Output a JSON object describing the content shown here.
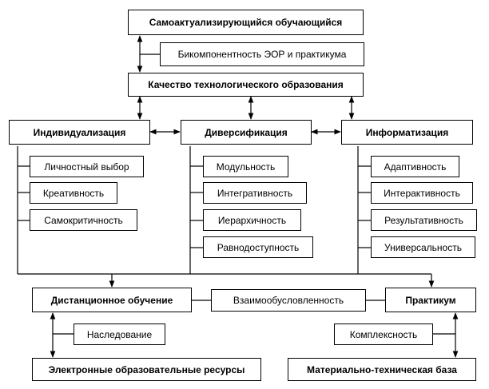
{
  "top": {
    "learner": "Самоактуализирующийся обучающийся",
    "bicomponent": "Бикомпонентность ЭОР и практикума",
    "quality": "Качество технологического образования"
  },
  "columns": {
    "individualization": {
      "title": "Индивидуализация",
      "items": [
        "Личностный выбор",
        "Креативность",
        "Самокритичность"
      ]
    },
    "diversification": {
      "title": "Диверсификация",
      "items": [
        "Модульность",
        "Интегративность",
        "Иерархичность",
        "Равнодоступность"
      ]
    },
    "informatization": {
      "title": "Информатизация",
      "items": [
        "Адаптивность",
        "Интерактивность",
        "Результативность",
        "Универсальность"
      ]
    }
  },
  "bottom": {
    "distance": "Дистанционное обучение",
    "interdependence": "Взаимообусловленность",
    "practicum": "Практикум",
    "inheritance": "Наследование",
    "complexity": "Комплексность",
    "resources": "Электронные образовательные ресурсы",
    "base": "Материально-техническая база"
  }
}
